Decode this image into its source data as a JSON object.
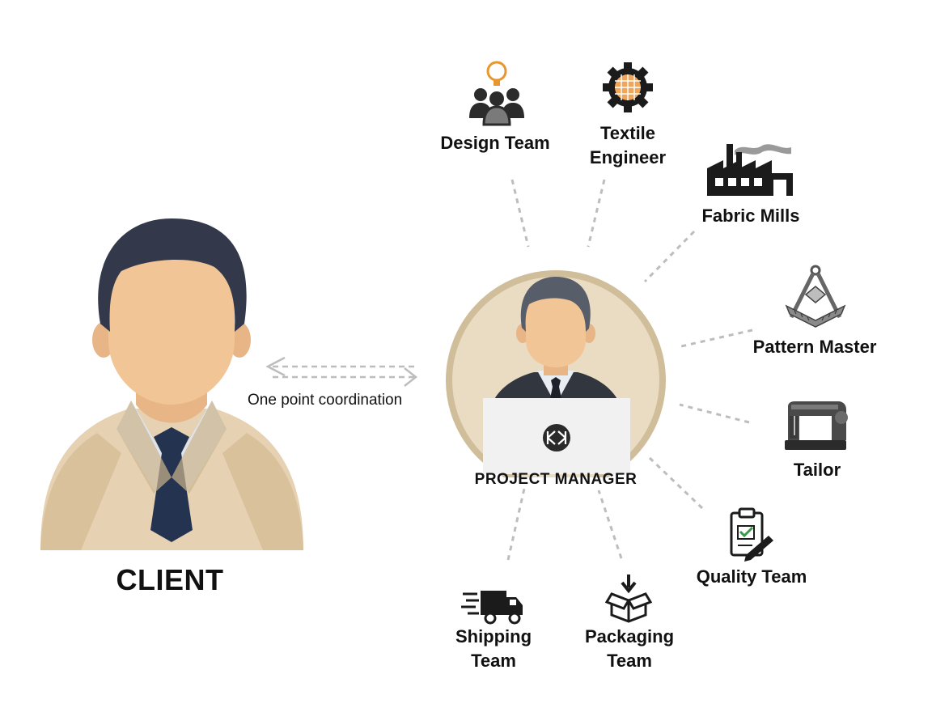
{
  "client": {
    "label": "CLIENT"
  },
  "coordination": {
    "label": "One point coordination"
  },
  "manager": {
    "label": "PROJECT MANAGER"
  },
  "teams": [
    {
      "label": "Design Team",
      "icon": "design-team-icon"
    },
    {
      "label": "Textile\nEngineer",
      "icon": "textile-engineer-icon"
    },
    {
      "label": "Fabric Mills",
      "icon": "fabric-mills-icon"
    },
    {
      "label": "Pattern Master",
      "icon": "pattern-master-icon"
    },
    {
      "label": "Tailor",
      "icon": "sewing-machine-icon"
    },
    {
      "label": "Quality Team",
      "icon": "quality-team-icon"
    },
    {
      "label": "Packaging\nTeam",
      "icon": "packaging-team-icon"
    },
    {
      "label": "Shipping\nTeam",
      "icon": "shipping-team-icon"
    }
  ],
  "colors": {
    "skin": "#F2C596",
    "hair": "#33394A",
    "client_jacket": "#E6D2B3",
    "tie": "#24334F",
    "pm_circle": "#E9DCC3",
    "pm_ring": "#D0BD9A",
    "pm_suit": "#32363E",
    "laptop": "#F1F1F1",
    "accent_orange": "#E8972F",
    "connector": "#BDBDBD"
  }
}
